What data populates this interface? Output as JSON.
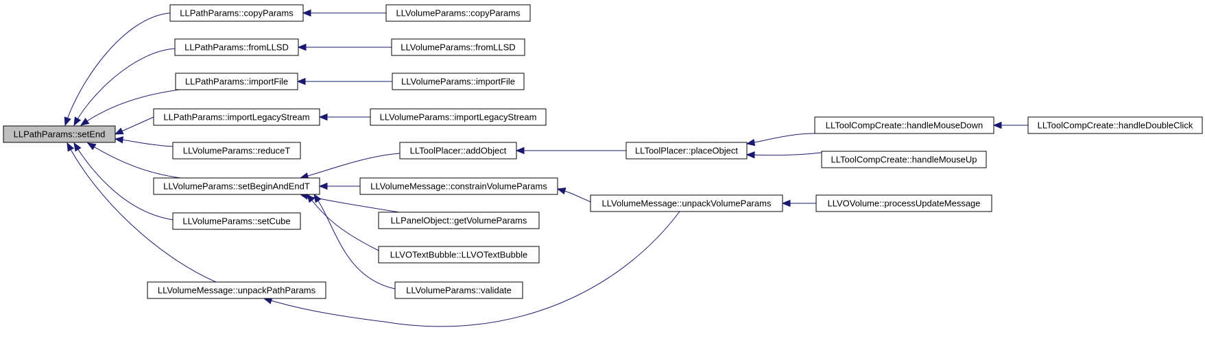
{
  "graph": {
    "colors": {
      "edge": "#191970",
      "node_border": "#000000",
      "root_fill": "#bfbfbf",
      "node_fill": "#ffffff"
    },
    "nodes": {
      "n0": "LLPathParams::setEnd",
      "n1": "LLPathParams::copyParams",
      "n2": "LLPathParams::fromLLSD",
      "n3": "LLPathParams::importFile",
      "n4": "LLPathParams::importLegacyStream",
      "n5": "LLVolumeParams::reduceT",
      "n6": "LLVolumeParams::setBeginAndEndT",
      "n7": "LLVolumeParams::setCube",
      "n8": "LLVolumeMessage::unpackPathParams",
      "n9": "LLVolumeParams::copyParams",
      "n10": "LLVolumeParams::fromLLSD",
      "n11": "LLVolumeParams::importFile",
      "n12": "LLVolumeParams::importLegacyStream",
      "n13": "LLToolPlacer::addObject",
      "n14": "LLVolumeMessage::constrainVolumeParams",
      "n15": "LLPanelObject::getVolumeParams",
      "n16": "LLVOTextBubble::LLVOTextBubble",
      "n17": "LLVolumeParams::validate",
      "n18": "LLToolPlacer::placeObject",
      "n19": "LLVolumeMessage::unpackVolumeParams",
      "n20": "LLToolCompCreate::handleMouseDown",
      "n21": "LLToolCompCreate::handleMouseUp",
      "n22": "LLVOVolume::processUpdateMessage",
      "n23": "LLToolCompCreate::handleDoubleClick"
    },
    "root": "n0",
    "edges": [
      [
        "n1",
        "n0"
      ],
      [
        "n2",
        "n0"
      ],
      [
        "n3",
        "n0"
      ],
      [
        "n4",
        "n0"
      ],
      [
        "n5",
        "n0"
      ],
      [
        "n6",
        "n0"
      ],
      [
        "n7",
        "n0"
      ],
      [
        "n8",
        "n0"
      ],
      [
        "n9",
        "n1"
      ],
      [
        "n10",
        "n2"
      ],
      [
        "n11",
        "n3"
      ],
      [
        "n12",
        "n4"
      ],
      [
        "n13",
        "n6"
      ],
      [
        "n14",
        "n6"
      ],
      [
        "n15",
        "n6"
      ],
      [
        "n16",
        "n6"
      ],
      [
        "n17",
        "n6"
      ],
      [
        "n18",
        "n13"
      ],
      [
        "n19",
        "n14"
      ],
      [
        "n19",
        "n8"
      ],
      [
        "n20",
        "n18"
      ],
      [
        "n21",
        "n18"
      ],
      [
        "n22",
        "n19"
      ],
      [
        "n23",
        "n20"
      ]
    ]
  }
}
